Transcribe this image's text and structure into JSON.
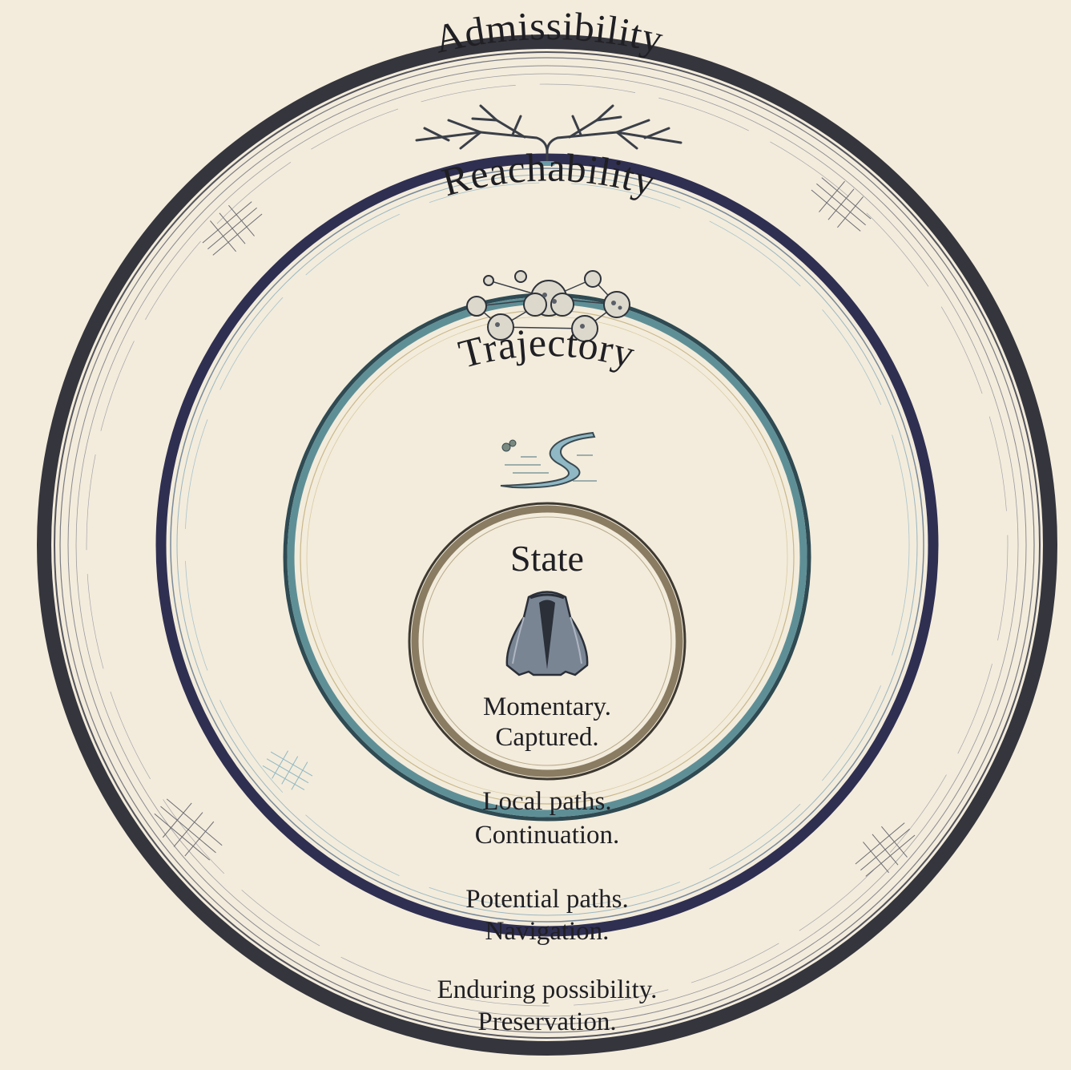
{
  "colors": {
    "background": "#f3ecdc",
    "outer_ring": "#35353d",
    "reachability_ring": "#2f2f52",
    "trajectory_ring": "#4d7a80",
    "state_ring": "#8a7c62",
    "ink": "#1f1f24",
    "water": "#8fb8c4"
  },
  "rings": [
    {
      "id": "admissibility",
      "title": "Admissibility",
      "icon": "branching-tree-icon",
      "lines": [
        "Enduring possibility.",
        "Preservation."
      ]
    },
    {
      "id": "reachability",
      "title": "Reachability",
      "icon": "network-bushes-icon",
      "lines": [
        "Potential paths.",
        "Navigation."
      ]
    },
    {
      "id": "trajectory",
      "title": "Trajectory",
      "icon": "winding-river-icon",
      "lines": [
        "Local paths.",
        "Continuation."
      ]
    },
    {
      "id": "state",
      "title": "State",
      "icon": "cloak-icon",
      "lines": [
        "Momentary.",
        "Captured."
      ]
    }
  ]
}
